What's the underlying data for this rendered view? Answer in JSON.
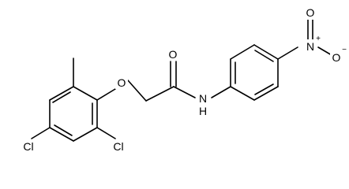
{
  "molecule": {
    "labels": {
      "carbonyl_oxygen": "O",
      "ether_oxygen": "O",
      "amide_nitrogen": "N",
      "amide_hydrogen": "H",
      "chlorine_left": "Cl",
      "chlorine_right": "Cl",
      "nitro_nitrogen": "N",
      "nitro_n_charge": "+",
      "nitro_oxygen_top": "O",
      "nitro_oxygen_right": "O",
      "nitro_o_charge": "−"
    }
  }
}
